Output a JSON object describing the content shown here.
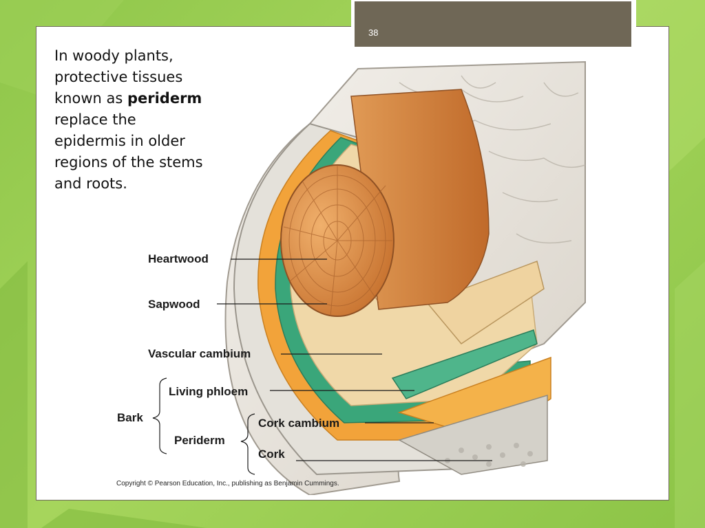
{
  "slide": {
    "number": "38",
    "text_before": "In woody plants, protective tissues known as ",
    "text_bold": "periderm",
    "text_after": " replace the epidermis in older regions of the stems and roots."
  },
  "diagram": {
    "labels": {
      "heartwood": "Heartwood",
      "sapwood": "Sapwood",
      "vascular_cambium": "Vascular cambium",
      "living_phloem": "Living phloem",
      "bark": "Bark",
      "periderm": "Periderm",
      "cork_cambium": "Cork cambium",
      "cork": "Cork"
    },
    "copyright": "Copyright © Pearson Education, Inc., publishing as Benjamin Cummings."
  },
  "colors": {
    "background_green": "#8fc64a",
    "number_box": "#6f6756",
    "heartwood": "#d98a45",
    "sapwood": "#f0d8a8",
    "cambium": "#3aa67a",
    "phloem": "#f2a33a",
    "cork": "#c9c9c9"
  }
}
